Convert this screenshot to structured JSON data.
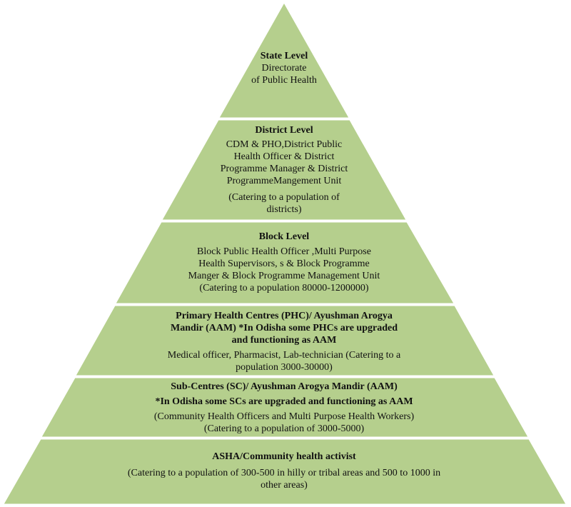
{
  "colors": {
    "fill": "#b5cf8d",
    "stroke": "#ffffff",
    "text": "#111111"
  },
  "levels": [
    {
      "title": [
        "State Level"
      ],
      "body": [
        "Directorate",
        "of Public Health"
      ]
    },
    {
      "title": [
        "District Level"
      ],
      "body": [
        "CDM & PHO,District Public",
        "Health Officer & District",
        "Programme Manager &  District",
        "ProgrammeMangement Unit"
      ],
      "note": [
        "(Catering to a population of",
        "districts)"
      ]
    },
    {
      "title": [
        "Block Level"
      ],
      "body": [
        "Block Public Health Officer ,Multi Purpose",
        "Health Supervisors, s & Block Programme",
        "Manger  & Block Programme Management Unit",
        "(Catering to a population 80000-1200000)"
      ]
    },
    {
      "title": [
        "Primary Health Centres (PHC)/ Ayushman Arogya",
        "Mandir (AAM) *In Odisha some PHCs are upgraded",
        "and functioning as AAM"
      ],
      "body": [
        "Medical officer, Pharmacist, Lab-technician (Catering to a",
        "population 3000-30000)"
      ]
    },
    {
      "title": [
        "Sub-Centres  (SC)/ Ayushman Arogya Mandir (AAM)",
        "*In Odisha some SCs are upgraded and functioning as AAM"
      ],
      "body": [
        "(Community Health Officers and Multi Purpose Health Workers)",
        "(Catering to a population of 3000-5000)"
      ]
    },
    {
      "title": [
        "ASHA/Community health activist"
      ],
      "body": [
        "(Catering to a population of 300-500 in hilly or tribal areas and 500 to 1000 in",
        "other areas)"
      ]
    }
  ]
}
